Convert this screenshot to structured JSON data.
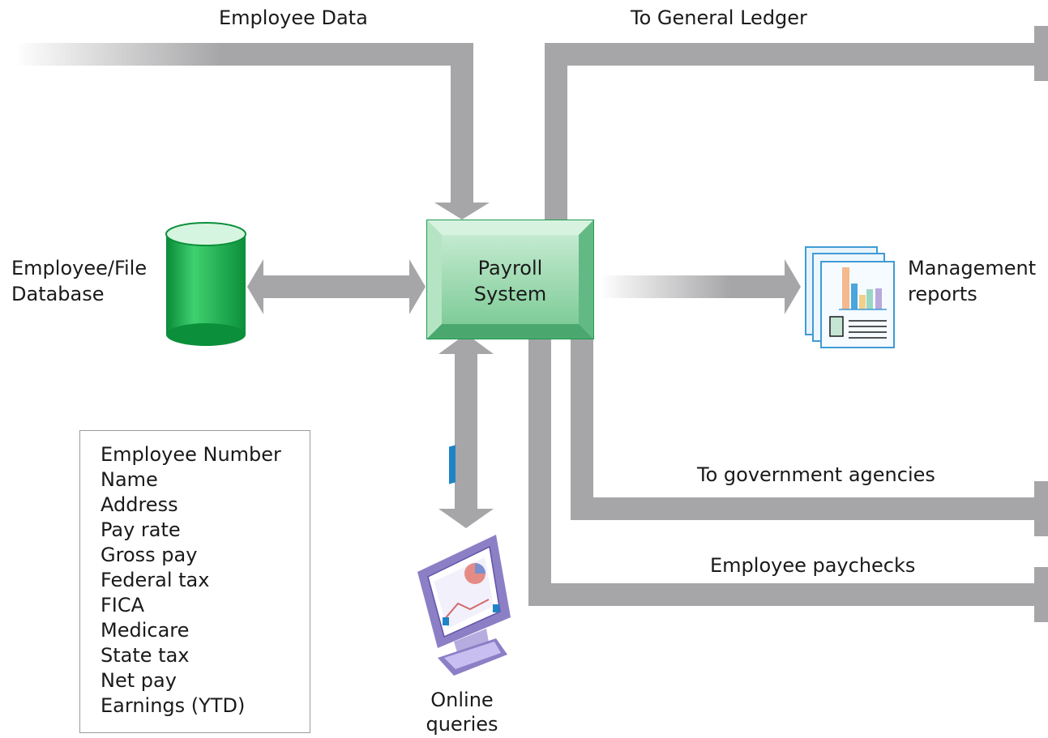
{
  "labels": {
    "employee_data": "Employee Data",
    "general_ledger": "To General Ledger",
    "database_line1": "Employee/File",
    "database_line2": "Database",
    "payroll_line1": "Payroll",
    "payroll_line2": "System",
    "mgmt_line1": "Management",
    "mgmt_line2": "reports",
    "gov_agencies": "To government agencies",
    "paychecks": "Employee paychecks",
    "queries_line1": "Online",
    "queries_line2": "queries"
  },
  "fields": [
    "Employee Number",
    "Name",
    "Address",
    "Pay rate",
    "Gross pay",
    "Federal tax",
    "FICA",
    "Medicare",
    "State tax",
    "Net pay",
    "Earnings (YTD)"
  ],
  "colors": {
    "arrow": "#a6a6a8",
    "node_green": "#8fd3a6",
    "node_border": "#1e9a50",
    "cylinder": "#11a84a",
    "report_blue": "#3f9bd6",
    "monitor_purple": "#8c7fc6"
  },
  "icons": {
    "database": "database-cylinder-icon",
    "reports": "report-pages-icon",
    "queries": "computer-monitor-icon"
  }
}
